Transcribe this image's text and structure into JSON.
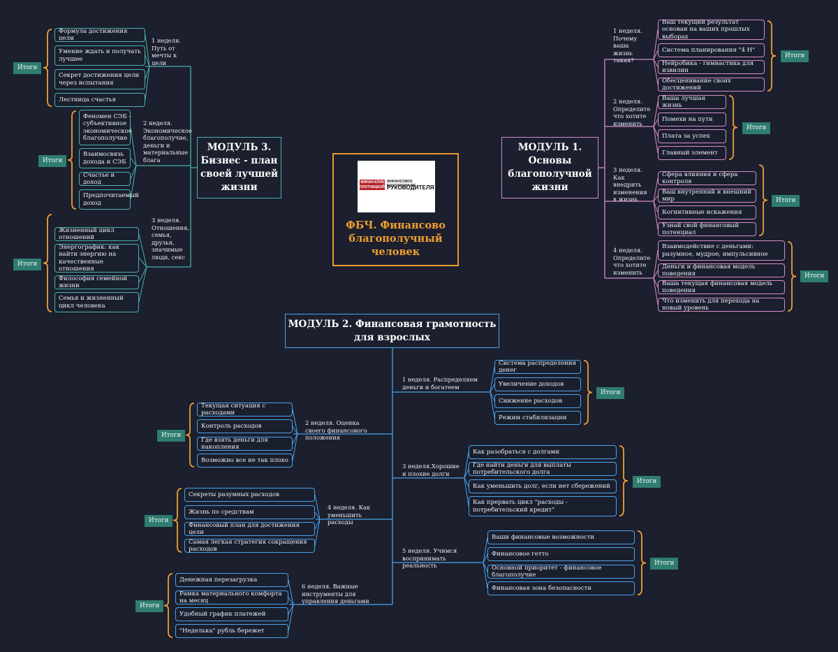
{
  "center": {
    "title": "ФБЧ. Финансово благополучный человек",
    "logo_badge": "ФИНАН-КЛУБ ПЛОТНИЦКОЙ",
    "logo_line1": "ФИНАНСОВОЕ БЛАГОПОЛУЧИЕ",
    "logo_line2": "РУКОВОДИТЕЛЯ"
  },
  "colors": {
    "background": "#1b1f2e",
    "module1": "#d98cc8",
    "module2": "#4aa3ea",
    "module3": "#4bb0a8",
    "accent": "#e89a2b",
    "summary": "#2f7d70"
  },
  "summary_label": "Итоги",
  "module1": {
    "title": "МОДУЛЬ 1. Основы благополучной жизни",
    "weeks": [
      {
        "label": "1 неделя. Почему ваша жизнь такая?",
        "items": [
          "Ваш текущий результат основан на ваших прошлых выборах",
          "Система планирования \"4 Н\"",
          "Нейробика - гимнастика для извилин",
          "Обесценивание своих достижений"
        ]
      },
      {
        "label": "2 неделя. Определите что хотите изменить",
        "items": [
          "Ваша лучшая жизнь",
          "Помехи на пути",
          "Плата за успех",
          "Главный элемент"
        ]
      },
      {
        "label": "3 неделя. Как внедрить изменения в жизнь",
        "items": [
          "Сфера влияния и сфера контроля",
          "Ваш внутренний и внешний мир",
          "Когнитивные искажения",
          "Узнай свой финансовый потенциал"
        ]
      },
      {
        "label": "4 неделя. Определите что хотите изменить",
        "items": [
          "Взаимодействие с деньгами: разумное, мудрое, импульсивное",
          "Деньги и финансовая модель поведения",
          "Ваша текущая финансовая модель поведения",
          "Что изменить для перехода на новый уровень"
        ]
      }
    ]
  },
  "module2": {
    "title": "МОДУЛЬ 2. Финансовая грамотность для взрослых",
    "weeks": [
      {
        "label": "1 неделя. Распределяем деньги и богатеем",
        "items": [
          "Система распределения денег",
          "Увеличение доходов",
          "Снижение расходов",
          "Режим стабилизации"
        ]
      },
      {
        "label": "2 неделя. Оценка своего финансового положения",
        "items": [
          "Текущая ситуация с расходами",
          "Контроль расходов",
          "Где взять деньги для накопления",
          "Возможно все не так плохо"
        ]
      },
      {
        "label": "3 неделя.Хорошие и плохие долги",
        "items": [
          "Как разобраться с долгами",
          "Где найти деньги для выплаты потребительского долга",
          "Как уменьшить долг, если нет сбережений",
          "Как прервать цикл \"расходы - потребительский кредит\""
        ]
      },
      {
        "label": "4 неделя. Как уменьшить расходы",
        "items": [
          "Секреты разумных расходов",
          "Жизнь по средствам",
          "Финансовый план для достижения цели",
          "Самая легкая стратегия сокращения расходов"
        ]
      },
      {
        "label": "5 неделя. Учимся воспринимать реальность",
        "items": [
          "Ваши финансовые возможности",
          "Финансовое гетто",
          "Основной приоритет - финансовое благополучие",
          "Финансовая зона безопасности"
        ]
      },
      {
        "label": "6 неделя. Важные инструменты для управления деньгами",
        "items": [
          "Денежная перезагрузка",
          "Рамка материального комфорта на месяц",
          "Удобный график платежей",
          "\"Неделька\" рубль бережет"
        ]
      }
    ]
  },
  "module3": {
    "title": "МОДУЛЬ 3. Бизнес - план своей лучшей жизни",
    "weeks": [
      {
        "label": "1 неделя. Путь от мечты к цели",
        "items": [
          "Формула достижения цели",
          "Умение ждать и получать лучшее",
          "Секрет достижения цели через испытания",
          "Лестница счастья"
        ]
      },
      {
        "label": "2 неделя. Экономическое благополучие, деньги и материальные блага",
        "items": [
          "Феномен СЭБ - субъективное экономическое благополучие",
          "Взаимосвязь дохода и СЭБ",
          "Счастье и доход",
          "Предпочитаемый доход"
        ]
      },
      {
        "label": "3 неделя. Отношения, семья, друзья, значимые люди, секс",
        "items": [
          "Жизненный цикл отношений",
          "Энергографик: как найти энергию на качественные отношения",
          "Философия семейной жизни",
          "Семья и жизненный цикл человека"
        ]
      }
    ]
  }
}
